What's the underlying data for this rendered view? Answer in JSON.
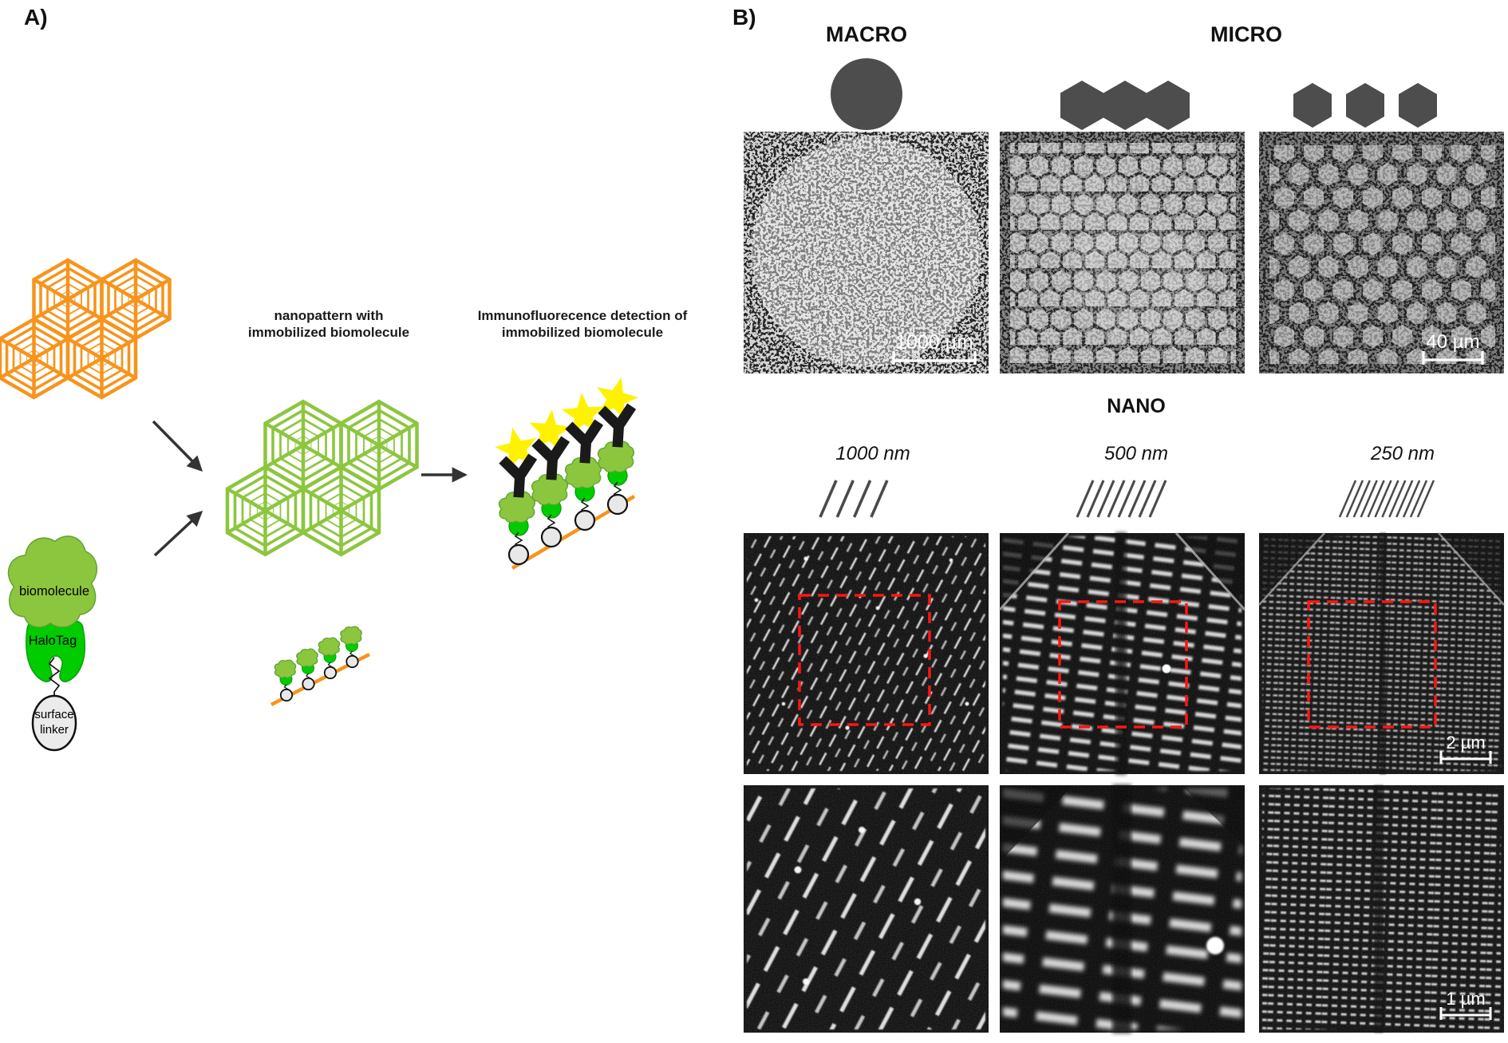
{
  "panel_a": {
    "label": "A)",
    "caption_nanopattern": [
      "nanopattern with",
      "immobilized biomolecule"
    ],
    "caption_detection": [
      "Immunofluorecence detection of",
      "immobilized biomolecule"
    ],
    "label_biomolecule": "biomolecule",
    "label_halotag": "HaloTag",
    "label_surface_linker": [
      "surface",
      "linker"
    ],
    "colors": {
      "pattern_orange": "#F7941D",
      "pattern_green": "#8CC63E",
      "halotag_green": "#00CC00",
      "star_yellow": "#FFF200",
      "antibody_black": "#1A1A1A",
      "linker_gray": "#E8E8E8"
    }
  },
  "panel_b": {
    "label": "B)",
    "macro": {
      "title": "MACRO",
      "scale_bar": "1000 µm"
    },
    "micro": {
      "title": "MICRO",
      "scale_bar": "40 µm"
    },
    "nano": {
      "title": "NANO",
      "labels": [
        "1000 nm",
        "500 nm",
        "250 nm"
      ],
      "line_counts": [
        4,
        8,
        12
      ],
      "scale_bar_row1": "2 µm",
      "scale_bar_row2": "1 µm",
      "highlight_color": "#FF1515"
    },
    "icon_color": "#4D4D4D"
  }
}
